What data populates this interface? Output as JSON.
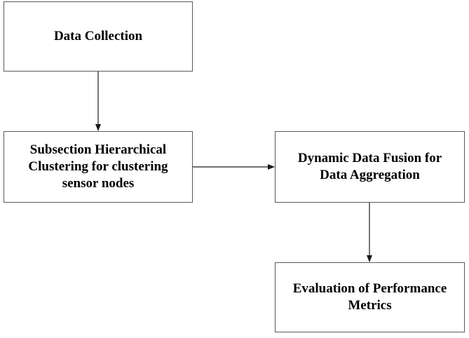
{
  "nodes": {
    "data_collection": {
      "label": "Data Collection"
    },
    "clustering": {
      "label": "Subsection Hierarchical\nClustering for clustering\nsensor nodes"
    },
    "fusion": {
      "label": "Dynamic Data Fusion for\nData Aggregation"
    },
    "evaluation": {
      "label": "Evaluation of Performance\nMetrics"
    }
  },
  "edges": [
    {
      "from": "data_collection",
      "to": "clustering"
    },
    {
      "from": "clustering",
      "to": "fusion"
    },
    {
      "from": "fusion",
      "to": "evaluation"
    }
  ],
  "colors": {
    "line": "#1a1a1a",
    "border": "#5a5a5a"
  }
}
